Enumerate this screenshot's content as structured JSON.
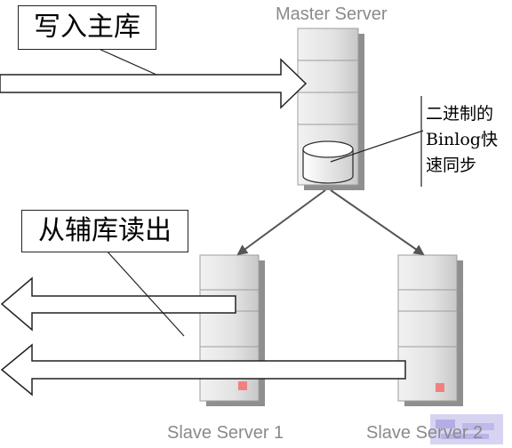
{
  "labels": {
    "write_master": "写入主库",
    "read_slave": "从辅库读出"
  },
  "servers": {
    "master": "Master Server",
    "slave1": "Slave Server 1",
    "slave2": "Slave Server 2"
  },
  "note": {
    "line1": "二进制的",
    "line2": "Binlog快",
    "line3": "速同步"
  },
  "colors": {
    "server_body": "#e4e4e4",
    "server_shadow": "#8f8f8f",
    "server_side": "#c9c9c9",
    "indicator": "#f08080",
    "arrow_line": "#555555",
    "title_gray": "#8a8a8a"
  }
}
